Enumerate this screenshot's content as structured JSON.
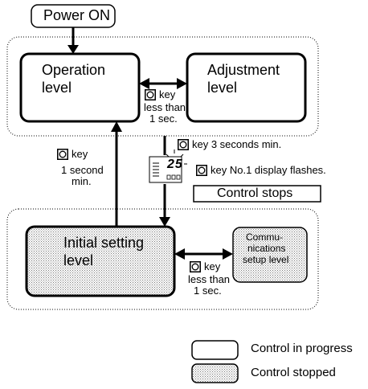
{
  "power_on": {
    "label": "Power ON"
  },
  "operation_level": {
    "line1": "Operation",
    "line2": "level"
  },
  "adjustment_level": {
    "line1": "Adjustment",
    "line2": "level"
  },
  "key_op_adj": {
    "key": "key",
    "line2": "less than",
    "line3": "1 sec."
  },
  "key_3sec": {
    "text": "key 3 seconds min."
  },
  "key_1sec": {
    "key": "key",
    "line2": "1 second",
    "line3": "min."
  },
  "key_display": {
    "text": "key No.1 display flashes."
  },
  "display_readout": {
    "value": "25"
  },
  "control_stops": {
    "label": "Control stops"
  },
  "initial_setting_level": {
    "line1": "Initial setting",
    "line2": "level"
  },
  "communications_level": {
    "line1": "Commu-",
    "line2": "nications",
    "line3": "setup level"
  },
  "key_init_comm": {
    "key": "key",
    "line2": "less than",
    "line3": "1 sec."
  },
  "legend": {
    "in_progress": "Control in progress",
    "stopped": "Control stopped"
  },
  "colors": {
    "line": "#000000",
    "stopped_fill": "#d8d8d8",
    "background": "#ffffff"
  }
}
